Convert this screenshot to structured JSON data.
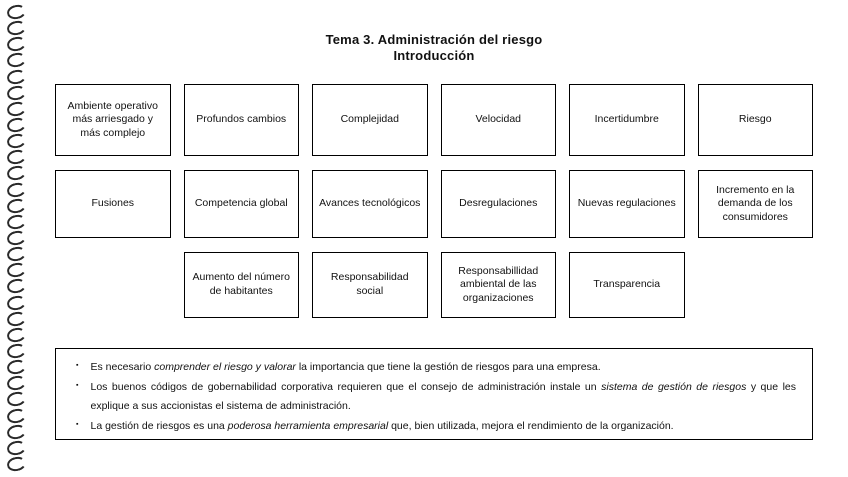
{
  "page": {
    "title_line1": "Tema 3. Administración del riesgo",
    "title_line2": "Introducción"
  },
  "grid": {
    "row1": [
      "Ambiente operativo más arriesgado y más complejo",
      "Profundos cambios",
      "Complejidad",
      "Velocidad",
      "Incertidumbre",
      "Riesgo"
    ],
    "row2": [
      "Fusiones",
      "Competencia global",
      "Avances tecnológicos",
      "Desregulaciones",
      "Nuevas regulaciones",
      "Incremento en la demanda de los consumidores"
    ],
    "row3": [
      "Aumento del número de habitantes",
      "Responsabilidad social",
      "Responsabillidad ambiental de las organizaciones",
      "Transparencia"
    ]
  },
  "notes": {
    "bullet_char": "▪",
    "bullets": [
      {
        "runs": [
          {
            "t": "Es necesario ",
            "i": false
          },
          {
            "t": "comprender el riesgo y valorar",
            "i": true
          },
          {
            "t": " la importancia que tiene la gestión de riesgos para una empresa.",
            "i": false
          }
        ]
      },
      {
        "runs": [
          {
            "t": "Los buenos códigos de gobernabilidad corporativa requieren que el consejo de administración instale un ",
            "i": false
          },
          {
            "t": "sistema de gestión de riesgos",
            "i": true
          },
          {
            "t": " y que les explique a sus accionistas el sistema de administración.",
            "i": false
          }
        ]
      },
      {
        "runs": [
          {
            "t": "La gestión de riesgos es una ",
            "i": false
          },
          {
            "t": "poderosa herramienta empresarial",
            "i": true
          },
          {
            "t": " que, bien utilizada, mejora el rendimiento de la organización.",
            "i": false
          }
        ]
      }
    ]
  }
}
